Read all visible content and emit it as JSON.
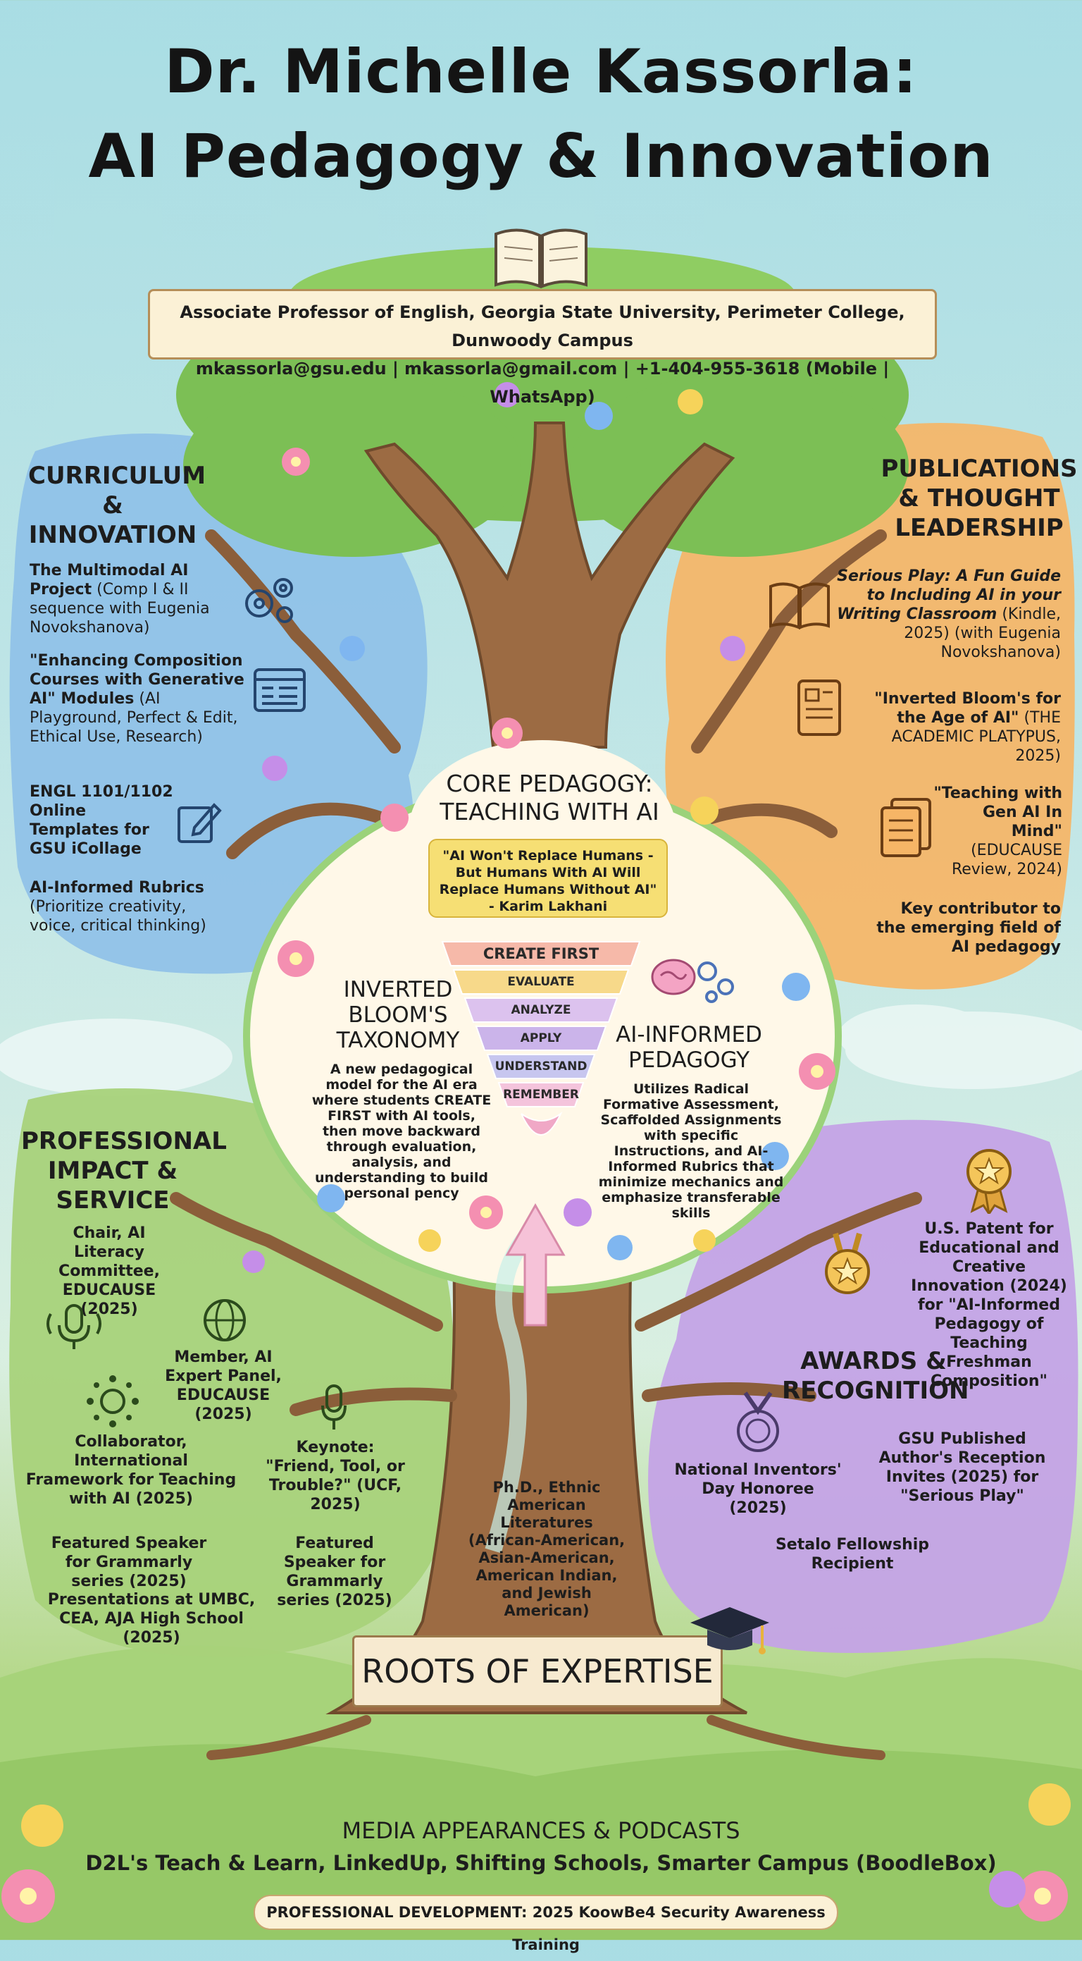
{
  "title": {
    "line1": "Dr. Michelle Kassorla:",
    "line2": "AI Pedagogy & Innovation"
  },
  "banner": {
    "line1": "Associate Professor of English, Georgia State University, Perimeter College, Dunwoody Campus",
    "line2": "mkassorla@gsu.edu | mkassorla@gmail.com | +1-404-955-3618 (Mobile | WhatsApp)"
  },
  "curriculum": {
    "heading_1": "CURRICULUM",
    "heading_2": "& INNOVATION",
    "items": [
      {
        "bold": "The Multimodal AI Project",
        "rest": "(Comp I & II sequence with Eugenia Novokshanova)"
      },
      {
        "bold": "\"Enhancing Composition Courses with Generative AI\" Modules",
        "rest": "(AI Playground, Perfect & Edit, Ethical Use, Research)"
      },
      {
        "bold": "ENGL 1101/1102 Online Templates for GSU iCollage",
        "rest": ""
      },
      {
        "bold": "AI-Informed Rubrics",
        "rest": "(Prioritize creativity, voice, critical thinking)"
      }
    ]
  },
  "publications": {
    "heading_1": "PUBLICATIONS",
    "heading_2": "& THOUGHT",
    "heading_3": "LEADERSHIP",
    "items": [
      {
        "bold": "Serious Play: A Fun Guide to Including AI in your Writing Classroom",
        "rest": "(Kindle, 2025) (with Eugenia Novokshanova)"
      },
      {
        "bold": "\"Inverted Bloom's for the Age of AI\"",
        "rest": "(THE ACADEMIC PLATYPUS, 2025)"
      },
      {
        "bold": "\"Teaching with Gen AI In Mind\"",
        "rest": "(EDUCAUSE Review, 2024)"
      },
      {
        "bold": "Key contributor to the emerging field of AI pedagogy",
        "rest": ""
      }
    ]
  },
  "core": {
    "heading_1": "CORE PEDAGOGY:",
    "heading_2": "TEACHING WITH AI",
    "quote": "\"AI Won't Replace Humans - But Humans With AI Will Replace Humans Without AI\"",
    "quote_author": "- Karim Lakhani"
  },
  "bloom": {
    "tiers": [
      "CREATE FIRST",
      "EVALUATE",
      "ANALYZE",
      "APPLY",
      "UNDERSTAND",
      "REMEMBER"
    ],
    "tier_colors": [
      "#f6b9a9",
      "#f7d98a",
      "#dcc2ee",
      "#cbb4ea",
      "#c7c6ef",
      "#f4c4dc"
    ],
    "inverted_heading_1": "INVERTED",
    "inverted_heading_2": "BLOOM'S",
    "inverted_heading_3": "TAXONOMY",
    "inverted_body": "A new pedagogical model for the AI era where students CREATE FIRST with AI tools, then move backward through evaluation, analysis, and understanding to build personal pency",
    "informed_heading_1": "AI-INFORMED",
    "informed_heading_2": "PEDAGOGY",
    "informed_body": "Utilizes Radical Formative Assessment, Scaffolded Assignments with specific Instructions, and AI-Informed Rubrics that minimize mechanics and emphasize transferable skills"
  },
  "impact": {
    "heading_1": "PROFESSIONAL",
    "heading_2": "IMPACT &",
    "heading_3": "SERVICE",
    "items": [
      "Chair, AI Literacy Committee, EDUCAUSE (2025)",
      "Member, AI Expert Panel, EDUCAUSE (2025)",
      "Collaborator, International Framework for Teaching with AI (2025)",
      "Keynote: \"Friend, Tool, or Trouble?\" (UCF, 2025)",
      "Featured Speaker for Grammarly series (2025)",
      "Featured Speaker for Grammarly series (2025)",
      "Presentations at UMBC, CEA, AJA High School (2025)"
    ]
  },
  "awards": {
    "heading_1": "AWARDS &",
    "heading_2": "RECOGNITION",
    "items": [
      "U.S. Patent for Educational and Creative Innovation (2024) for \"AI-Informed Pedagogy of Teaching Freshman Composition\"",
      "National Inventors' Day Honoree (2025)",
      "GSU Published Author's Reception Invites (2025) for \"Serious Play\"",
      "Setalo Fellowship Recipient"
    ]
  },
  "roots": {
    "phd": "Ph.D., Ethnic American Literatures (African-American, Asian-American, American Indian, and Jewish American)",
    "banner": "ROOTS OF EXPERTISE"
  },
  "footer": {
    "media_heading": "MEDIA APPEARANCES & PODCASTS",
    "media_list": "D2L's Teach & Learn, LinkedUp, Shifting Schools, Smarter Campus (BoodleBox)",
    "pd": "PROFESSIONAL DEVELOPMENT: 2025 KoowBe4 Security Awareness Training"
  },
  "colors": {
    "curriculum_panel": "#8ec0e8",
    "publications_panel": "#f6b566",
    "impact_panel": "#a8d27a",
    "awards_panel": "#c4a3e6",
    "trunk": "#9c6b43",
    "canopy": "#7cbf55",
    "center_glow": "#fff8e8"
  }
}
